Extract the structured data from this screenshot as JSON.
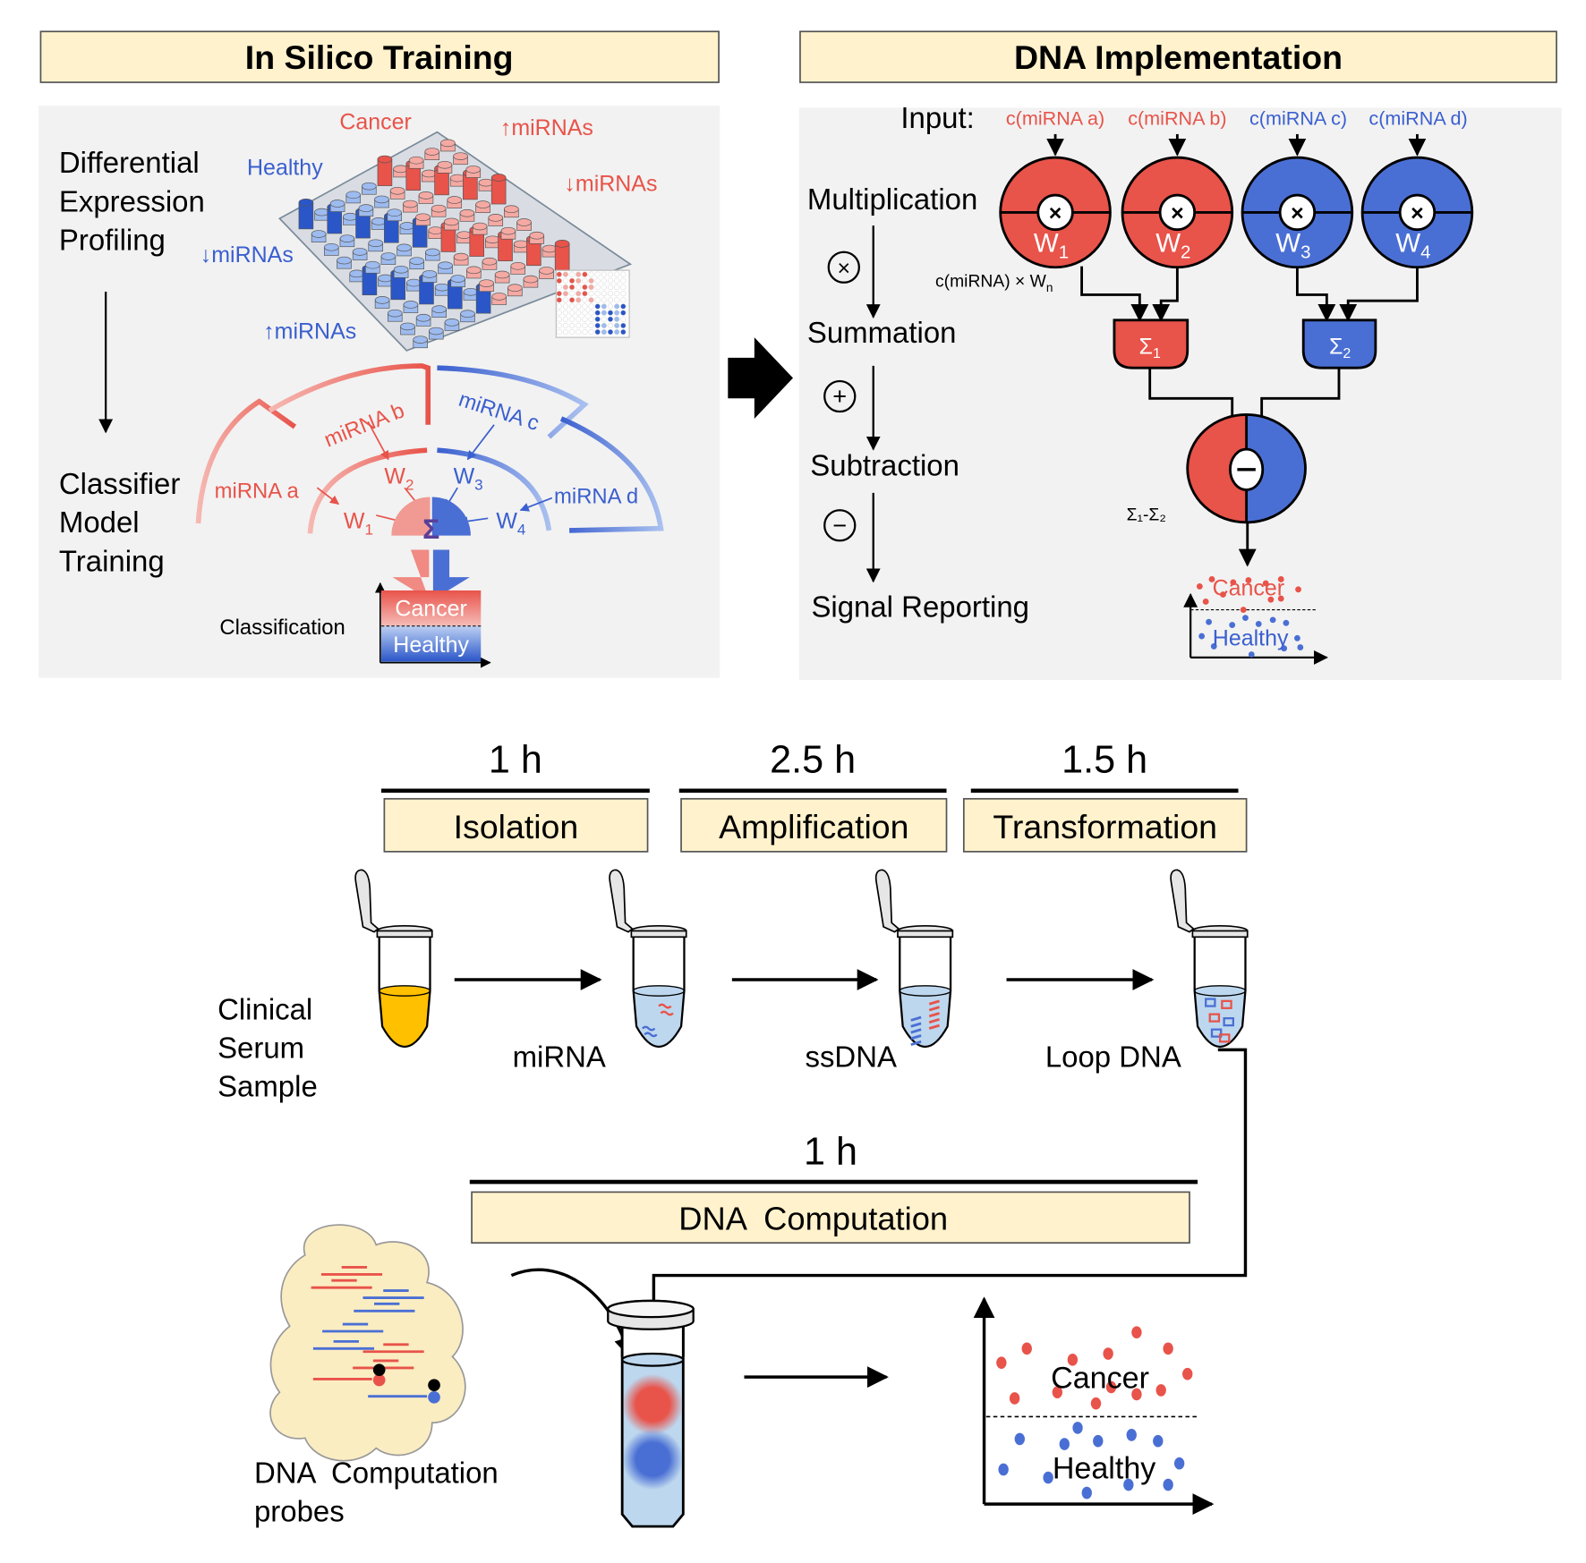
{
  "colors": {
    "red": "#e8534a",
    "blue": "#4a6fd4",
    "panel_bg": "#f2f2f2",
    "header_bg": "#fff2cc",
    "serum": "#ffc000",
    "liquid": "#bdd7ee"
  },
  "in_silico": {
    "title": "In Silico Training",
    "step1": [
      "Differential",
      "Expression",
      "Profiling"
    ],
    "step2": [
      "Classifier",
      "Model",
      "Training"
    ],
    "plate_labels": {
      "cancer": "Cancer",
      "healthy": "Healthy",
      "up_red": "↑miRNAs",
      "down_red": "↓miRNAs",
      "down_blue": "↓miRNAs",
      "up_blue": "↑miRNAs"
    },
    "mirnas": [
      "miRNA a",
      "miRNA b",
      "miRNA c",
      "miRNA d"
    ],
    "weights": [
      {
        "w": "W",
        "sub": "1"
      },
      {
        "w": "W",
        "sub": "2"
      },
      {
        "w": "W",
        "sub": "3"
      },
      {
        "w": "W",
        "sub": "4"
      }
    ],
    "sigma": "Σ",
    "classification_label": "Classification",
    "class_cancer": "Cancer",
    "class_healthy": "Healthy"
  },
  "dna_impl": {
    "title": "DNA Implementation",
    "input_label": "Input:",
    "inputs": [
      "c(miRNA a)",
      "c(miRNA b)",
      "c(miRNA c)",
      "c(miRNA d)"
    ],
    "steps": [
      "Multiplication",
      "Summation",
      "Subtraction",
      "Signal Reporting"
    ],
    "step_ops": [
      "×",
      "+",
      "−"
    ],
    "weights": [
      {
        "w": "W",
        "sub": "1"
      },
      {
        "w": "W",
        "sub": "2"
      },
      {
        "w": "W",
        "sub": "3"
      },
      {
        "w": "W",
        "sub": "4"
      }
    ],
    "product_label": "c(miRNA) × W",
    "product_sub": "n",
    "sum1": {
      "s": "Σ",
      "sub": "1"
    },
    "sum2": {
      "s": "Σ",
      "sub": "2"
    },
    "diff_label": "Σ₁-Σ₂",
    "out_cancer": "Cancer",
    "out_healthy": "Healthy"
  },
  "workflow": {
    "stages": [
      {
        "time": "1 h",
        "name": "Isolation"
      },
      {
        "time": "2.5 h",
        "name": "Amplification"
      },
      {
        "time": "1.5 h",
        "name": "Transformation"
      }
    ],
    "sample_label": [
      "Clinical",
      "Serum",
      "Sample"
    ],
    "tube_labels": [
      "miRNA",
      "ssDNA",
      "Loop DNA"
    ],
    "computation": {
      "time": "1 h",
      "name": "DNA  Computation"
    },
    "probes_label": [
      "DNA  Computation",
      "probes"
    ],
    "result_cancer": "Cancer",
    "result_healthy": "Healthy"
  }
}
